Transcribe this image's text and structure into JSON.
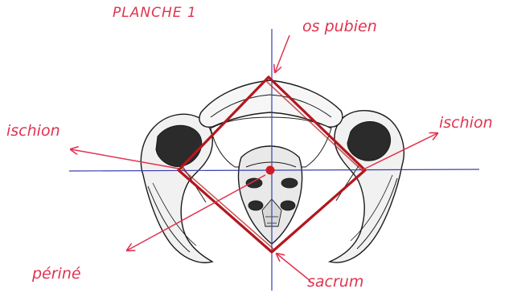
{
  "title": "PLANCHE 1",
  "labels": {
    "pubis": "os pubien",
    "ischion_left": "ischion",
    "ischion_right": "ischion",
    "perineum": "périné",
    "sacrum": "sacrum"
  },
  "colors": {
    "annotation": "#e0334f",
    "diamond": "#b3171e",
    "axes": "#3a3fb0",
    "ink": "#1a1a1a"
  }
}
